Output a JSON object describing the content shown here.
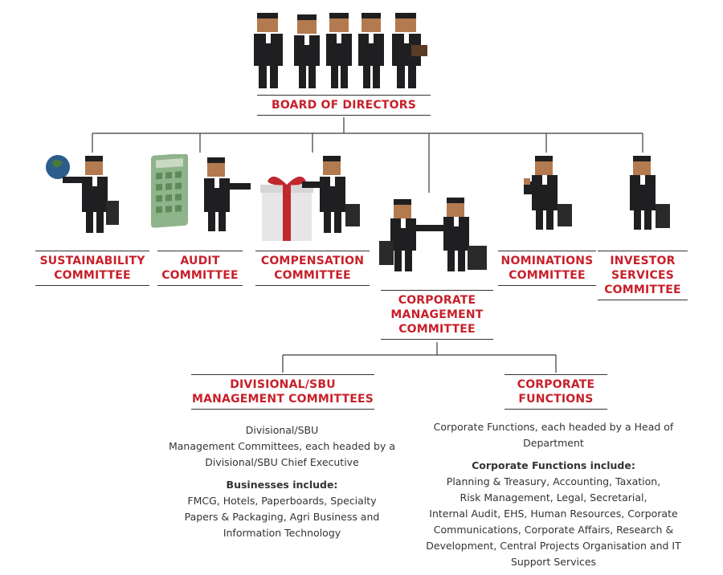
{
  "board": {
    "title": "BOARD OF DIRECTORS"
  },
  "committees": [
    {
      "line1": "SUSTAINABILITY",
      "line2": "COMMITTEE"
    },
    {
      "line1": "AUDIT",
      "line2": "COMMITTEE"
    },
    {
      "line1": "COMPENSATION",
      "line2": "COMMITTEE"
    },
    {
      "line1": "NOMINATIONS",
      "line2": "COMMITTEE"
    },
    {
      "line1": "INVESTOR",
      "line2": "SERVICES",
      "line3": "COMMITTEE"
    }
  ],
  "cmc": {
    "line1": "CORPORATE",
    "line2": "MANAGEMENT",
    "line3": "COMMITTEE"
  },
  "divisional": {
    "line1": "DIVISIONAL/SBU",
    "line2": "MANAGEMENT COMMITTEES",
    "desc": [
      "Divisional/SBU",
      "Management Committees, each headed by a",
      "Divisional/SBU Chief Executive"
    ],
    "sub_heading": "Businesses include:",
    "sub_lines": [
      "FMCG, Hotels, Paperboards, Specialty",
      "Papers & Packaging, Agri Business and",
      "Information Technology"
    ]
  },
  "corporate": {
    "line1": "CORPORATE",
    "line2": "FUNCTIONS",
    "desc": [
      "Corporate Functions, each headed by a Head of",
      "Department"
    ],
    "sub_heading": "Corporate Functions include:",
    "sub_lines": [
      "Planning & Treasury, Accounting, Taxation,",
      "Risk Management, Legal, Secretarial,",
      "Internal Audit, EHS, Human Resources, Corporate",
      "Communications, Corporate Affairs, Research &",
      "Development, Central Projects Organisation and IT",
      "Support Services"
    ]
  },
  "colors": {
    "accent": "#c8202a",
    "text": "#333333",
    "suit": "#1f1f22",
    "skin": "#b47a4f"
  },
  "icons": [
    "businessman-figure-icon",
    "globe-icon",
    "calculator-icon",
    "gift-box-icon",
    "handshake-icon",
    "briefcase-icon"
  ]
}
